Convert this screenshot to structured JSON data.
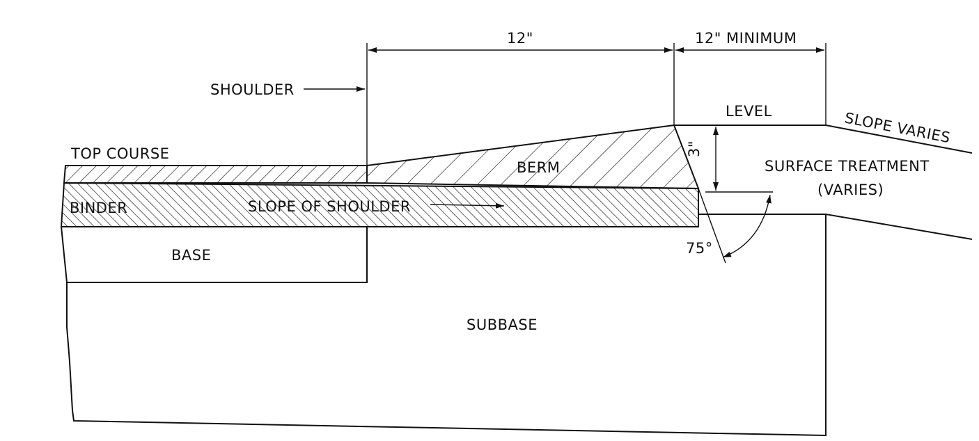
{
  "labels": {
    "dim_top": "12\"",
    "dim_minimum": "12\" MINIMUM",
    "shoulder": "SHOULDER",
    "level": "LEVEL",
    "slope_varies": "SLOPE VARIES",
    "top_course": "TOP COURSE",
    "berm": "BERM",
    "dim_depth": "3\"",
    "surface_treatment": "SURFACE TREATMENT",
    "varies": "(VARIES)",
    "binder": "BINDER",
    "slope_of_shoulder": "SLOPE OF SHOULDER",
    "angle": "75°",
    "base": "BASE",
    "subbase": "SUBBASE"
  }
}
